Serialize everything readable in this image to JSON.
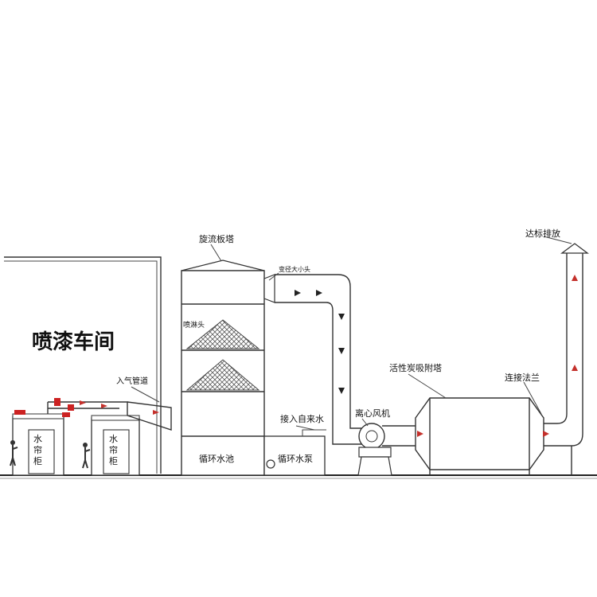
{
  "labels": {
    "workshop": "喷漆车间",
    "tower": "旋流板塔",
    "reducer": "变径大小头",
    "spray_head": "喷淋头",
    "inlet_duct": "入气管道",
    "water_supply": "接入自来水",
    "circ_pool": "循环水池",
    "circ_pump": "循环水泵",
    "fan": "离心风机",
    "carbon_tower": "活性炭吸附塔",
    "flange": "连接法兰",
    "exhaust": "达标排放",
    "booth_1": "水\n帘\n柜",
    "booth_2": "水\n帘\n柜"
  },
  "colors": {
    "line": "#333333",
    "flow_arrow_dark": "#222222",
    "flow_arrow_red": "#c4302b",
    "spray_mesh": "#555555",
    "heat_marker": "#cc2222"
  },
  "icons": [
    "worker-figure",
    "fume-marker",
    "centrifugal-fan",
    "chimney-cap"
  ]
}
